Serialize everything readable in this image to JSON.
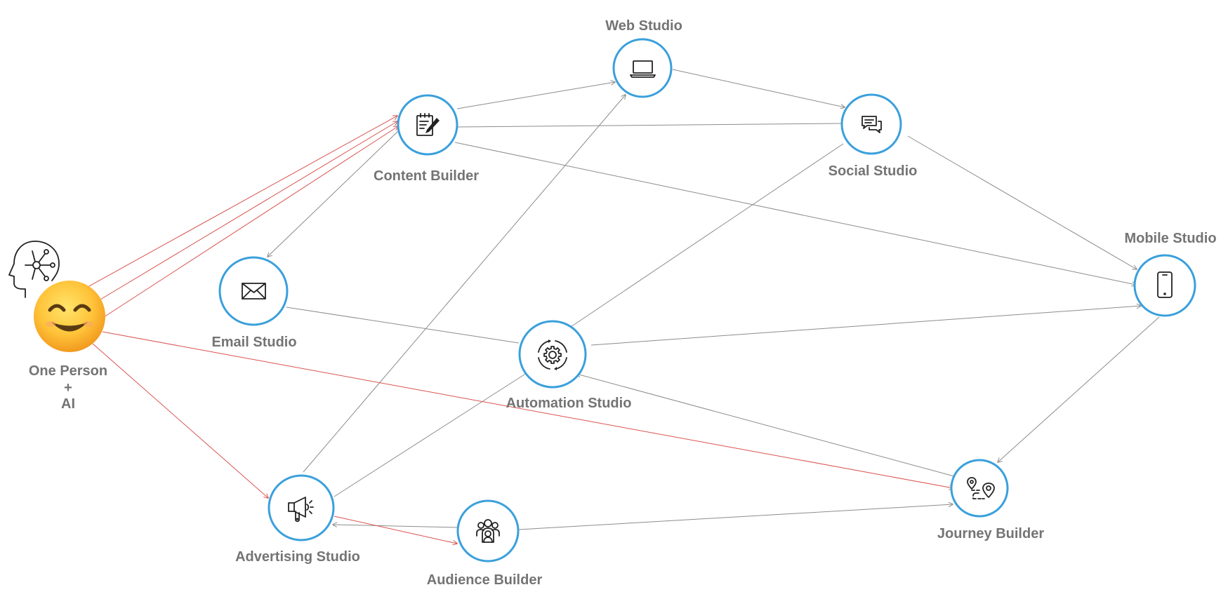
{
  "diagram": {
    "nodes": {
      "one_person": {
        "label_lines": [
          "One Person",
          "+",
          "AI"
        ],
        "icon": "smiling-face-icon",
        "secondary_icon": "ai-head-icon"
      },
      "content_builder": {
        "label": "Content Builder",
        "icon": "notepad-pencil-icon"
      },
      "web_studio": {
        "label": "Web Studio",
        "icon": "laptop-icon"
      },
      "social_studio": {
        "label": "Social Studio",
        "icon": "chat-bubbles-icon"
      },
      "mobile_studio": {
        "label": "Mobile Studio",
        "icon": "smartphone-icon"
      },
      "email_studio": {
        "label": "Email Studio",
        "icon": "envelope-icon"
      },
      "automation_studio": {
        "label": "Automation Studio",
        "icon": "gear-cycle-icon"
      },
      "advertising_studio": {
        "label": "Advertising Studio",
        "icon": "megaphone-icon"
      },
      "audience_builder": {
        "label": "Audience Builder",
        "icon": "people-group-icon"
      },
      "journey_builder": {
        "label": "Journey Builder",
        "icon": "route-pins-icon"
      }
    },
    "colors": {
      "node_border": "#3aa0dc",
      "edge": "#8c8c8c",
      "ai_edge": "#d9534f",
      "label": "#747474"
    }
  }
}
